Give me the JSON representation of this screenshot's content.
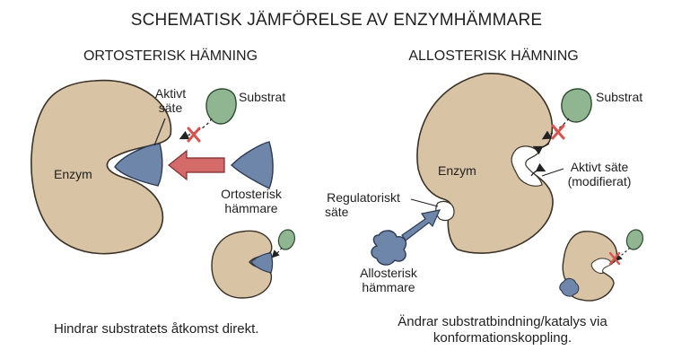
{
  "title": "SCHEMATISK JÄMFÖRELSE AV ENZYMHÄMMARE",
  "left": {
    "heading": "ORTOSTERISK HÄMNING",
    "active_site_label_line1": "Aktivt",
    "active_site_label_line2": "säte",
    "substrate_label": "Substrat",
    "enzyme_label": "Enzym",
    "inhibitor_label_line1": "Ortosterisk",
    "inhibitor_label_line2": "hämmare",
    "caption": "Hindrar substratets åtkomst direkt."
  },
  "right": {
    "heading": "ALLOSTERISK HÄMNING",
    "substrate_label": "Substrat",
    "enzyme_label": "Enzym",
    "active_site_label_line1": "Aktivt säte",
    "active_site_label_line2": "(modifierat)",
    "regulatory_label_line1": "Regulatoriskt",
    "regulatory_label_line2": "säte",
    "inhibitor_label_line1": "Allosterisk",
    "inhibitor_label_line2": "hämmare",
    "caption_line1": "Ändrar substratbindning/katalys via",
    "caption_line2": "konformationskoppling."
  },
  "colors": {
    "enzyme": "#d8c3a5",
    "substrate": "#8fb691",
    "inhibitor": "#6f86ab",
    "arrow_red": "#d46a6a",
    "block_x": "#d9534f"
  }
}
